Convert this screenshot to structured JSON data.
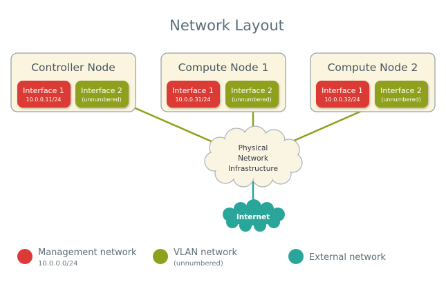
{
  "title": "Network Layout",
  "colors": {
    "management": "#dc3a36",
    "vlan": "#8fa11a",
    "external": "#2aa59a",
    "node_fill": "#fbf5df",
    "node_border": "#9aa5a8",
    "cloud_fill": "#faf4e2"
  },
  "nodes": [
    {
      "title": "Controller Node",
      "interfaces": [
        {
          "name": "Interface 1",
          "detail": "10.0.0.11/24",
          "network": "management"
        },
        {
          "name": "Interface 2",
          "detail": "(unnumbered)",
          "network": "vlan"
        }
      ]
    },
    {
      "title": "Compute Node 1",
      "interfaces": [
        {
          "name": "Interface 1",
          "detail": "10.0.0.31/24",
          "network": "management"
        },
        {
          "name": "Interface 2",
          "detail": "(unnumbered)",
          "network": "vlan"
        }
      ]
    },
    {
      "title": "Compute Node 2",
      "interfaces": [
        {
          "name": "Interface 1",
          "detail": "10.0.0.32/24",
          "network": "management"
        },
        {
          "name": "Interface 2",
          "detail": "(unnumbered)",
          "network": "vlan"
        }
      ]
    }
  ],
  "physical_network": {
    "lines": [
      "Physical",
      "Network",
      "Infrastructure"
    ]
  },
  "internet": {
    "label": "Internet"
  },
  "legend": [
    {
      "label": "Management network",
      "sub": "10.0.0.0/24",
      "network": "management"
    },
    {
      "label": "VLAN network",
      "sub": "(unnumbered)",
      "network": "vlan"
    },
    {
      "label": "External network",
      "sub": "",
      "network": "external"
    }
  ]
}
